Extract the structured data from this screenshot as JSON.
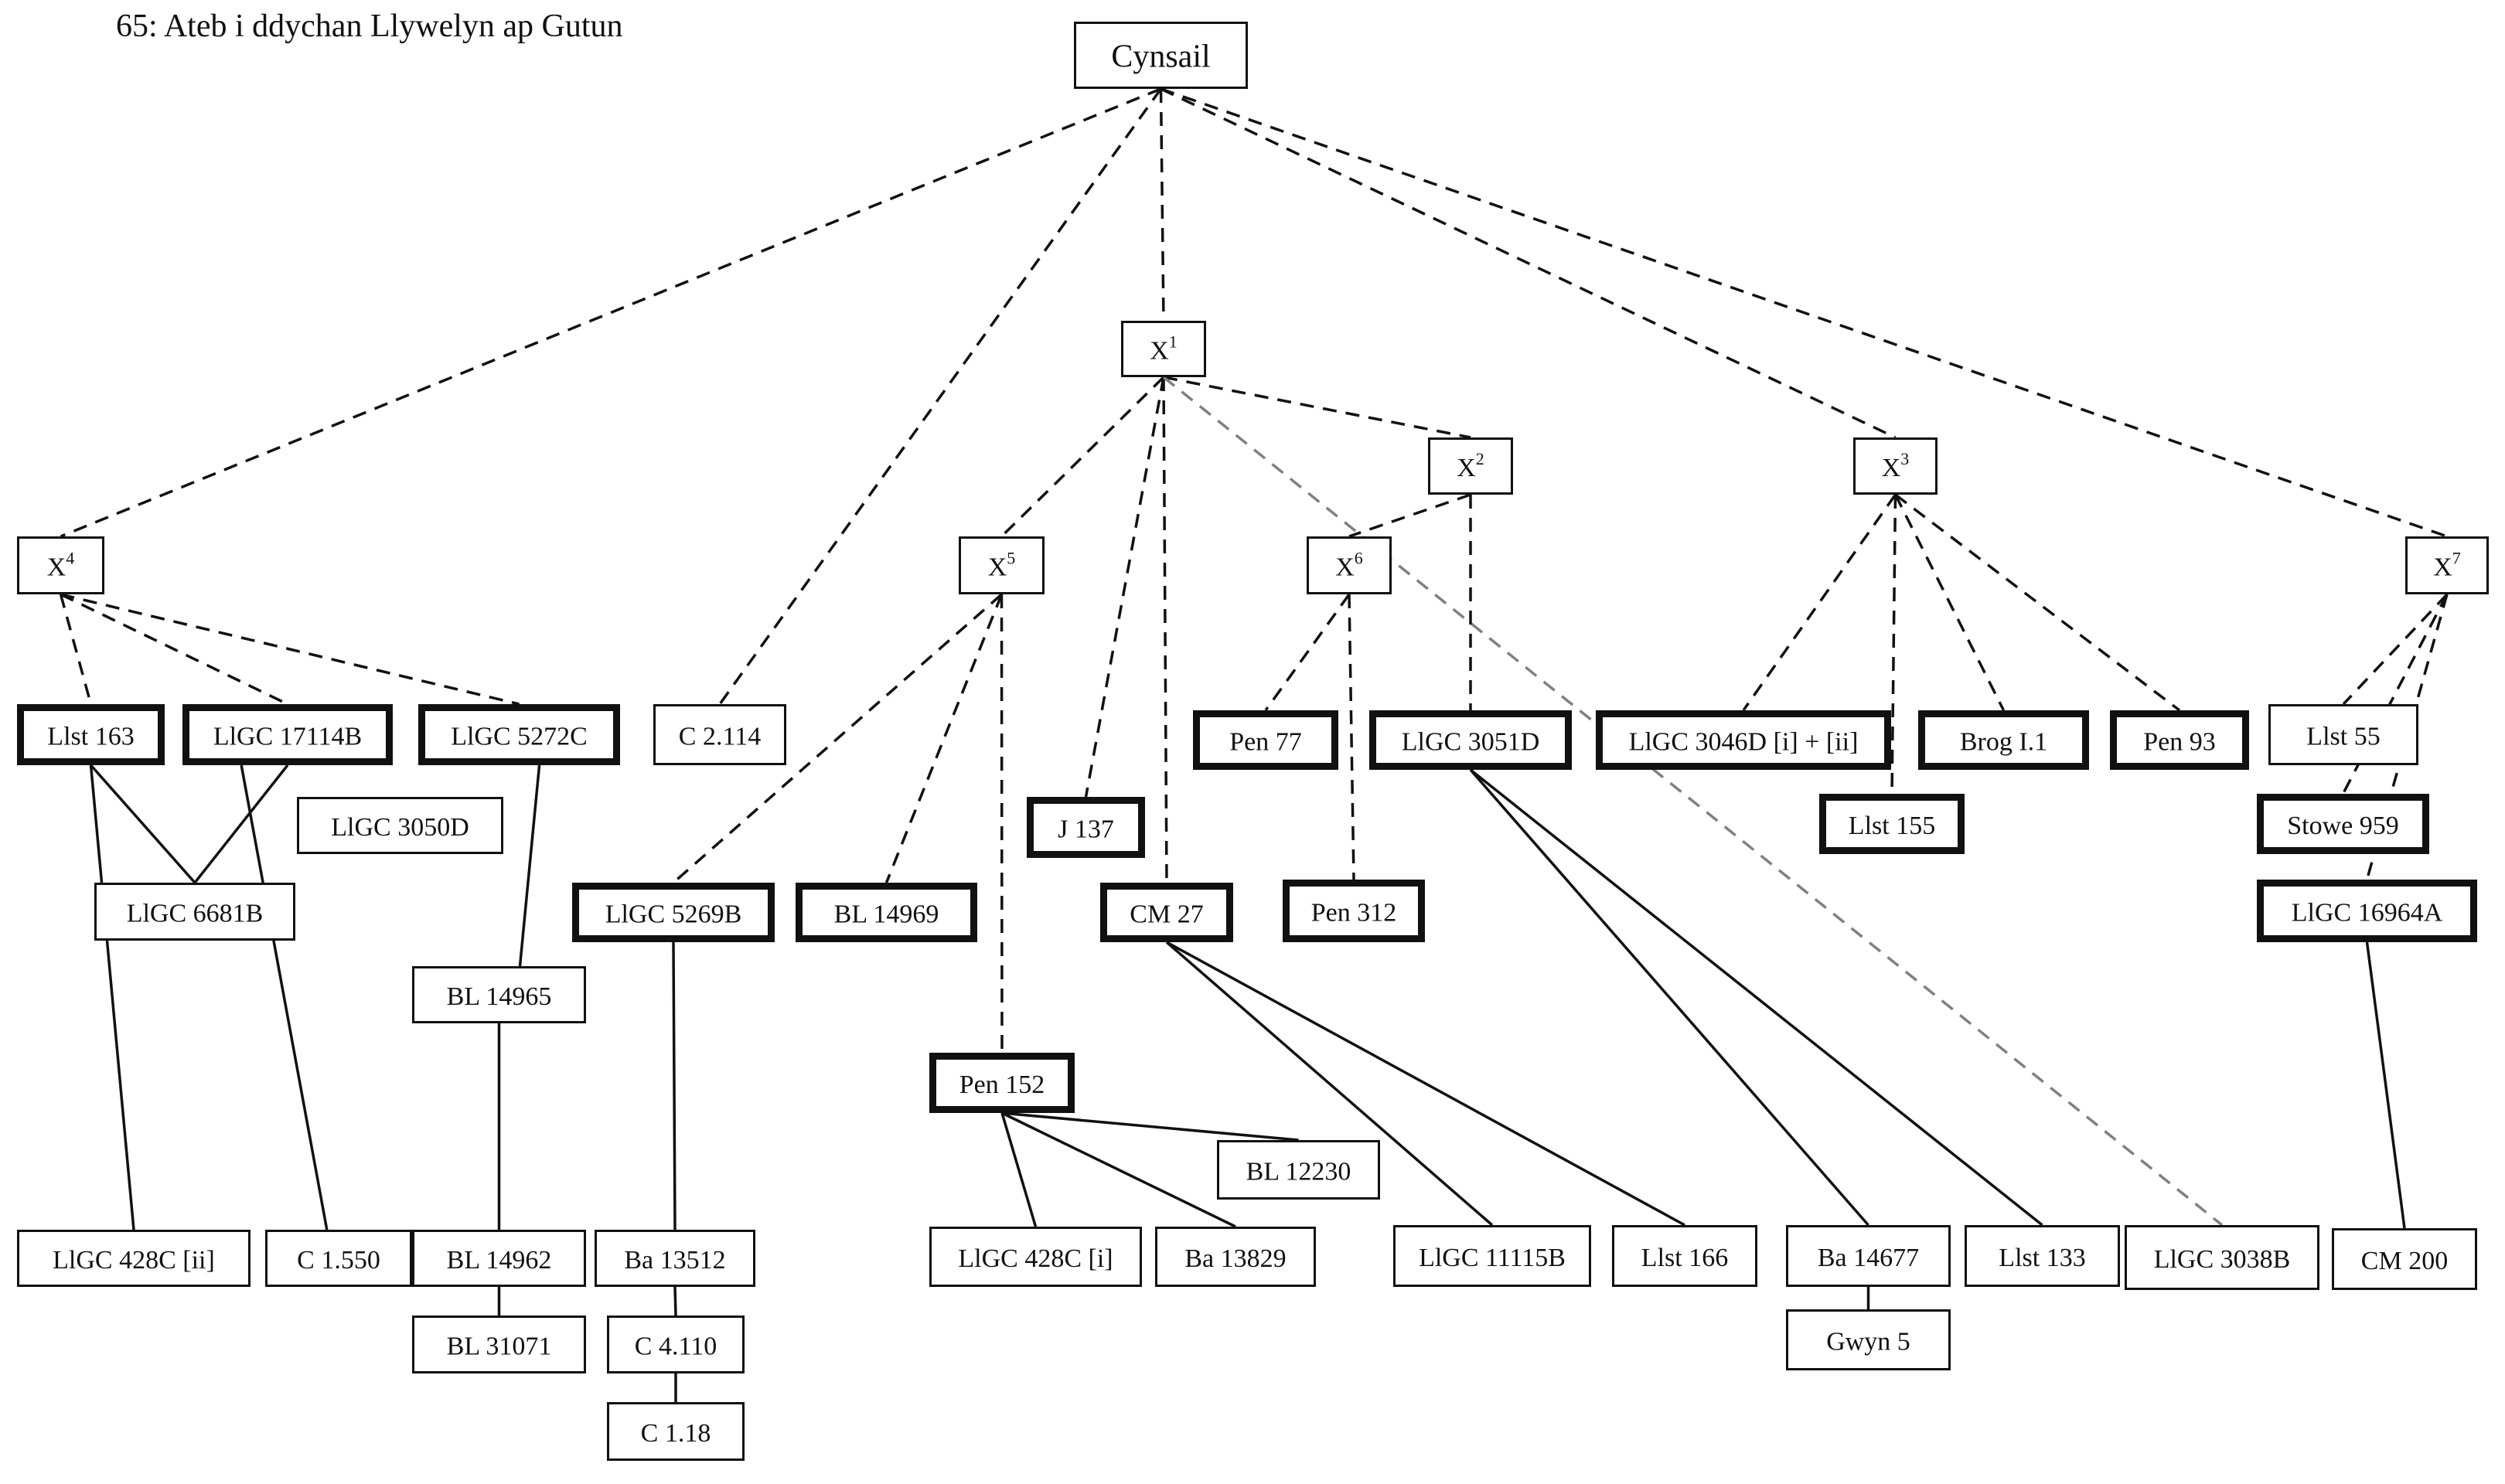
{
  "title": "65: Ateb i ddychan Llywelyn ap Gutun",
  "nodes": {
    "cynsail": {
      "label": "Cynsail",
      "style": "root"
    },
    "x1": {
      "label": "X",
      "sup": "1",
      "style": "hyparchetype"
    },
    "x2": {
      "label": "X",
      "sup": "2",
      "style": "hyparchetype"
    },
    "x3": {
      "label": "X",
      "sup": "3",
      "style": "hyparchetype"
    },
    "x4": {
      "label": "X",
      "sup": "4",
      "style": "hyparchetype"
    },
    "x5": {
      "label": "X",
      "sup": "5",
      "style": "hyparchetype"
    },
    "x6": {
      "label": "X",
      "sup": "6",
      "style": "hyparchetype"
    },
    "x7": {
      "label": "X",
      "sup": "7",
      "style": "hyparchetype"
    },
    "llst163": {
      "label": "Llst 163",
      "style": "thick"
    },
    "llgc17114b": {
      "label": "LlGC 17114B",
      "style": "thick"
    },
    "llgc5272c": {
      "label": "LlGC 5272C",
      "style": "thick"
    },
    "c2114": {
      "label": "C 2.114",
      "style": "thin"
    },
    "llgc3050d": {
      "label": "LlGC 3050D",
      "style": "thin"
    },
    "llgc6681b": {
      "label": "LlGC 6681B",
      "style": "thin"
    },
    "llgc5269b": {
      "label": "LlGC 5269B",
      "style": "thick"
    },
    "bl14969": {
      "label": "BL 14969",
      "style": "thick"
    },
    "j137": {
      "label": "J 137",
      "style": "thick"
    },
    "cm27": {
      "label": "CM 27",
      "style": "thick"
    },
    "pen77": {
      "label": "Pen 77",
      "style": "thick"
    },
    "pen312": {
      "label": "Pen 312",
      "style": "thick"
    },
    "llgc3051d": {
      "label": "LlGC 3051D",
      "style": "thick"
    },
    "llgc3046d": {
      "label": "LlGC 3046D [i] + [ii]",
      "style": "thick"
    },
    "brogi1": {
      "label": "Brog I.1",
      "style": "thick"
    },
    "pen93": {
      "label": "Pen 93",
      "style": "thick"
    },
    "llst55": {
      "label": "Llst 55",
      "style": "thin"
    },
    "llst155": {
      "label": "Llst 155",
      "style": "thick"
    },
    "stowe959": {
      "label": "Stowe 959",
      "style": "thick"
    },
    "llgc16964a": {
      "label": "LlGC 16964A",
      "style": "thick"
    },
    "bl14965": {
      "label": "BL 14965",
      "style": "thin"
    },
    "pen152": {
      "label": "Pen 152",
      "style": "thick"
    },
    "bl12230": {
      "label": "BL 12230",
      "style": "thin"
    },
    "llgc428cii": {
      "label": "LlGC 428C [ii]",
      "style": "thin"
    },
    "c1550": {
      "label": "C 1.550",
      "style": "thin"
    },
    "bl14962": {
      "label": "BL 14962",
      "style": "thin"
    },
    "ba13512": {
      "label": "Ba 13512",
      "style": "thin"
    },
    "bl31071": {
      "label": "BL 31071",
      "style": "thin"
    },
    "c4110": {
      "label": "C 4.110",
      "style": "thin"
    },
    "c118": {
      "label": "C 1.18",
      "style": "thin"
    },
    "llgc428ci": {
      "label": "LlGC 428C [i]",
      "style": "thin"
    },
    "ba13829": {
      "label": "Ba 13829",
      "style": "thin"
    },
    "llgc11115b": {
      "label": "LlGC 11115B",
      "style": "thin"
    },
    "llst166": {
      "label": "Llst 166",
      "style": "thin"
    },
    "ba14677": {
      "label": "Ba 14677",
      "style": "thin"
    },
    "llst133": {
      "label": "Llst 133",
      "style": "thin"
    },
    "llgc3038b": {
      "label": "LlGC 3038B",
      "style": "thin"
    },
    "cm200": {
      "label": "CM 200",
      "style": "thin"
    },
    "gwyn5": {
      "label": "Gwyn 5",
      "style": "thin"
    }
  },
  "edges": [
    {
      "from": "cynsail",
      "to": "x4",
      "type": "dashed"
    },
    {
      "from": "cynsail",
      "to": "c2114",
      "type": "dashed"
    },
    {
      "from": "cynsail",
      "to": "x1",
      "type": "dashed"
    },
    {
      "from": "cynsail",
      "to": "x3",
      "type": "dashed"
    },
    {
      "from": "cynsail",
      "to": "x7",
      "type": "dashed"
    },
    {
      "from": "x1",
      "to": "x5",
      "type": "dashed"
    },
    {
      "from": "x1",
      "to": "j137",
      "type": "dashed"
    },
    {
      "from": "x1",
      "to": "cm27",
      "type": "dashed"
    },
    {
      "from": "x1",
      "to": "x2",
      "type": "dashed"
    },
    {
      "from": "x1",
      "to": "llgc3038b",
      "type": "grey-dashed"
    },
    {
      "from": "x2",
      "to": "x6",
      "type": "dashed"
    },
    {
      "from": "x2",
      "to": "llgc3051d",
      "type": "dashed"
    },
    {
      "from": "x3",
      "to": "llgc3046d",
      "type": "dashed"
    },
    {
      "from": "x3",
      "to": "llst155",
      "type": "dashed"
    },
    {
      "from": "x3",
      "to": "brogi1",
      "type": "dashed"
    },
    {
      "from": "x3",
      "to": "pen93",
      "type": "dashed"
    },
    {
      "from": "x4",
      "to": "llst163",
      "type": "dashed"
    },
    {
      "from": "x4",
      "to": "llgc17114b",
      "type": "dashed"
    },
    {
      "from": "x4",
      "to": "llgc5272c",
      "type": "dashed"
    },
    {
      "from": "x5",
      "to": "llgc5269b",
      "type": "dashed"
    },
    {
      "from": "x5",
      "to": "bl14969",
      "type": "dashed"
    },
    {
      "from": "x5",
      "to": "pen152",
      "type": "dashed"
    },
    {
      "from": "x6",
      "to": "pen77",
      "type": "dashed"
    },
    {
      "from": "x6",
      "to": "pen312",
      "type": "dashed"
    },
    {
      "from": "x7",
      "to": "llst55",
      "type": "dashed"
    },
    {
      "from": "x7",
      "to": "stowe959",
      "type": "dashed"
    },
    {
      "from": "x7",
      "to": "llgc16964a",
      "type": "dashed"
    },
    {
      "from": "llst163",
      "to": "llgc6681b",
      "type": "solid"
    },
    {
      "from": "llst163",
      "to": "llgc428cii",
      "type": "solid"
    },
    {
      "from": "llgc17114b",
      "to": "llgc6681b",
      "type": "solid"
    },
    {
      "from": "llgc17114b",
      "to": "c1550",
      "type": "solid"
    },
    {
      "from": "llgc5272c",
      "to": "bl14965",
      "type": "solid"
    },
    {
      "from": "bl14965",
      "to": "bl14962",
      "type": "solid"
    },
    {
      "from": "bl14962",
      "to": "bl31071",
      "type": "solid"
    },
    {
      "from": "llgc5269b",
      "to": "ba13512",
      "type": "solid"
    },
    {
      "from": "ba13512",
      "to": "c4110",
      "type": "solid"
    },
    {
      "from": "c4110",
      "to": "c118",
      "type": "solid"
    },
    {
      "from": "pen152",
      "to": "llgc428ci",
      "type": "solid"
    },
    {
      "from": "pen152",
      "to": "ba13829",
      "type": "solid"
    },
    {
      "from": "pen152",
      "to": "bl12230",
      "type": "solid"
    },
    {
      "from": "cm27",
      "to": "llgc11115b",
      "type": "solid"
    },
    {
      "from": "cm27",
      "to": "llst166",
      "type": "solid"
    },
    {
      "from": "llgc3051d",
      "to": "ba14677",
      "type": "solid"
    },
    {
      "from": "llgc3051d",
      "to": "llst133",
      "type": "solid"
    },
    {
      "from": "ba14677",
      "to": "gwyn5",
      "type": "solid"
    },
    {
      "from": "llgc16964a",
      "to": "cm200",
      "type": "solid"
    }
  ]
}
